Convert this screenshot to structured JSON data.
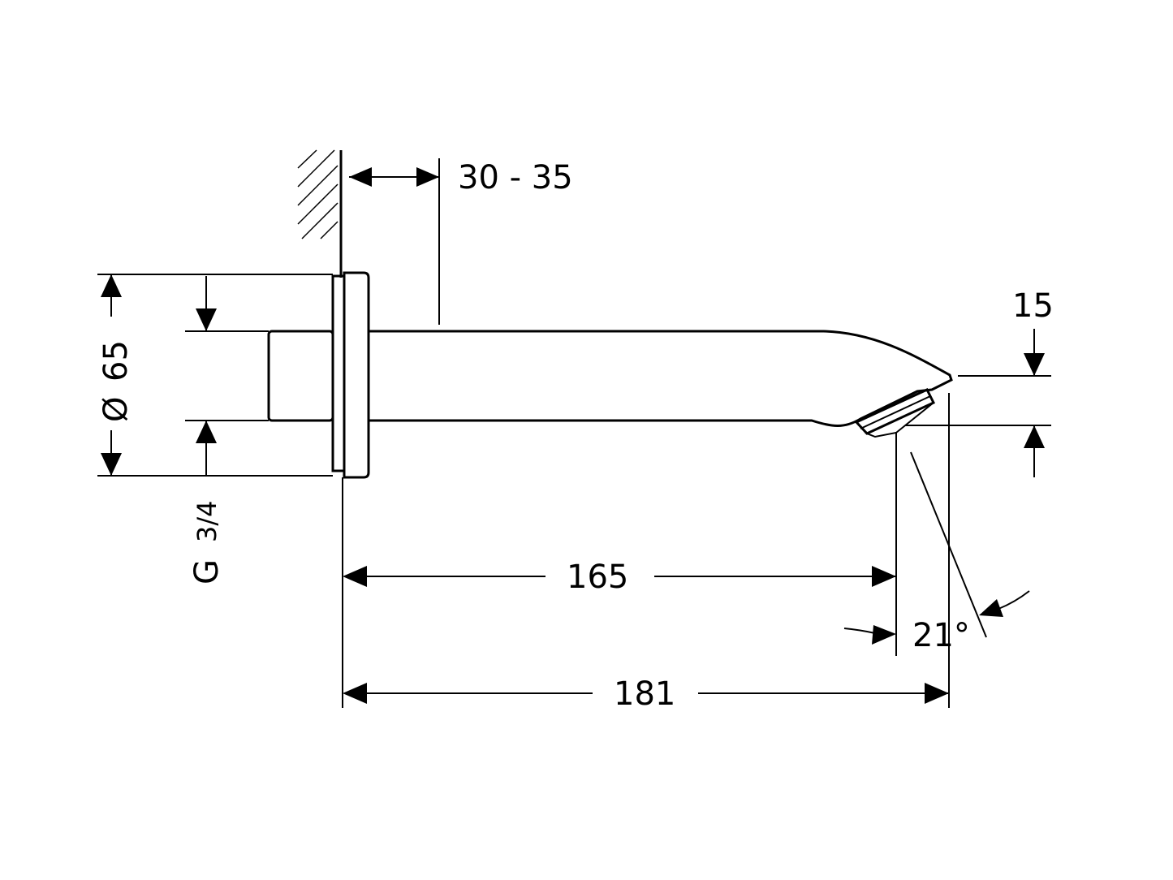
{
  "dimensions": {
    "wall_offset": "30 - 35",
    "diameter_symbol": "Ø",
    "diameter_value": "65",
    "thread": "G",
    "thread_size": "3/4",
    "outlet_height": "15",
    "length_inner": "165",
    "length_outer": "181",
    "angle": "21°"
  }
}
